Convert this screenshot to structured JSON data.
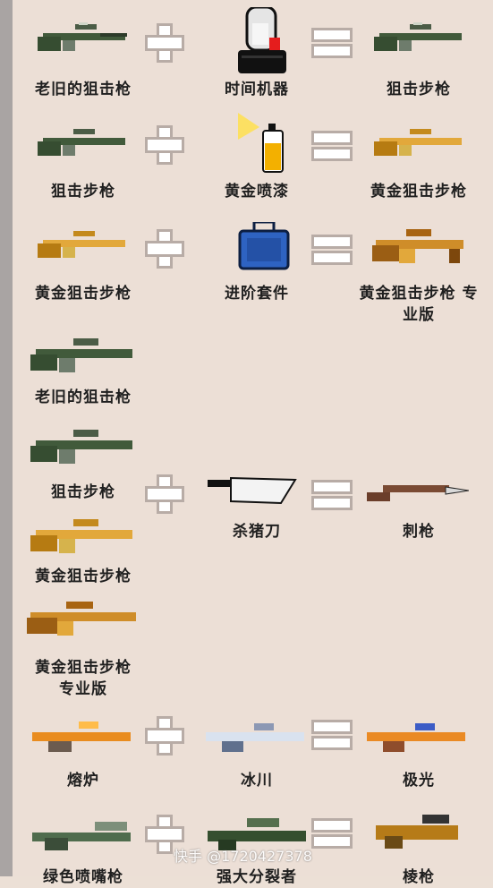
{
  "recipes": [
    {
      "a": "老旧的狙击枪",
      "b": "时间机器",
      "result": "狙击步枪"
    },
    {
      "a": "狙击步枪",
      "b": "黄金喷漆",
      "result": "黄金狙击步枪"
    },
    {
      "a": "黄金狙击步枪",
      "b": "进阶套件",
      "result": "黄金狙击步枪\n专业版"
    },
    {
      "group": [
        "老旧的狙击枪",
        "狙击步枪",
        "黄金狙击步枪",
        "黄金狙击步枪\n专业版"
      ],
      "b": "杀猪刀",
      "result": "刺枪"
    },
    {
      "a": "熔炉",
      "b": "冰川",
      "result": "极光"
    },
    {
      "a": "绿色喷嘴枪",
      "b": "强大分裂者",
      "result": "棱枪"
    }
  ],
  "watermark": "快手 @1720427378",
  "icons": {
    "plus": "plus-icon",
    "equals": "equals-icon"
  }
}
